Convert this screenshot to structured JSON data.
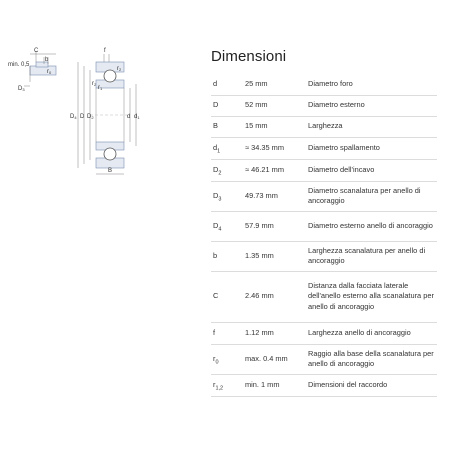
{
  "title": "Dimensioni",
  "drawing": {
    "labels": {
      "min_label": "min. 0,5",
      "c": "C",
      "b": "b",
      "r0": "r",
      "r0_sub": "0",
      "d3": "D",
      "d3_sub": "3",
      "f": "f",
      "r2": "r",
      "r2_sub": "2",
      "r1": "r",
      "r1_sub": "1",
      "r_left": "r",
      "r_left_sub": "2",
      "d4": "D",
      "d4_sub": "4",
      "dD": "D",
      "dD2": "D",
      "dD2_sub": "2",
      "d_inner": "d",
      "d1": "d",
      "d1_sub": "1",
      "B": "B"
    }
  },
  "rows": [
    {
      "sym": "d",
      "sub": "",
      "value": "25 mm",
      "desc": "Diametro foro"
    },
    {
      "sym": "D",
      "sub": "",
      "value": "52 mm",
      "desc": "Diametro esterno"
    },
    {
      "sym": "B",
      "sub": "",
      "value": "15 mm",
      "desc": "Larghezza"
    },
    {
      "sym": "d",
      "sub": "1",
      "value": "≈ 34.35 mm",
      "desc": "Diametro spallamento"
    },
    {
      "sym": "D",
      "sub": "2",
      "value": "≈ 46.21 mm",
      "desc": "Diametro dell'incavo"
    },
    {
      "sym": "D",
      "sub": "3",
      "value": "49.73 mm",
      "desc": "Diametro scanalatura per anello di ancoraggio"
    },
    {
      "sym": "D",
      "sub": "4",
      "value": "57.9 mm",
      "desc": "Diametro esterno anello di ancoraggio"
    },
    {
      "sym": "b",
      "sub": "",
      "value": "1.35 mm",
      "desc": "Larghezza scanalatura per anello di ancoraggio"
    },
    {
      "sym": "C",
      "sub": "",
      "value": "2.46 mm",
      "desc": "Distanza dalla facciata laterale dell'anello esterno alla scanalatura per anello di ancoraggio"
    },
    {
      "sym": "f",
      "sub": "",
      "value": "1.12 mm",
      "desc": "Larghezza anello di ancoraggio"
    },
    {
      "sym": "r",
      "sub": "0",
      "value": "max. 0.4 mm",
      "desc": "Raggio alla base della scanalatura per anello di ancoraggio"
    },
    {
      "sym": "r",
      "sub": "1,2",
      "value": "min. 1 mm",
      "desc": "Dimensioni del raccordo"
    }
  ]
}
